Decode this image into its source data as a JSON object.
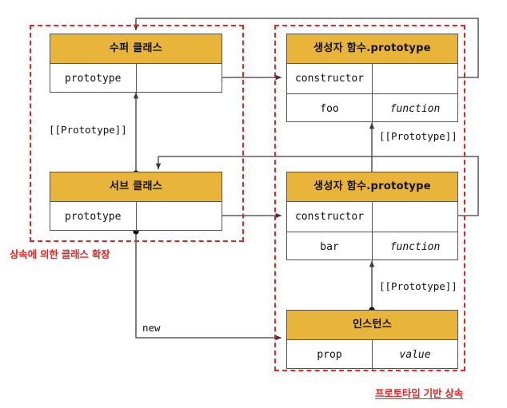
{
  "diagram": {
    "title": "prototype-chain-inheritance-diagram",
    "colors": {
      "header_fill": "#e8b43a",
      "box_stroke": "#555555",
      "annotation_red": "#ee2222",
      "wire": "#3a3a3a",
      "background": "#ffffff"
    },
    "boxes": [
      {
        "id": "super-class",
        "title": "수퍼 클래스",
        "rows": [
          {
            "left": "prototype",
            "right": "",
            "right_style": "dot"
          }
        ]
      },
      {
        "id": "super-prototype",
        "title": "생성자 함수.prototype",
        "rows": [
          {
            "left": "constructor",
            "right": "",
            "right_style": "dot"
          },
          {
            "left": "foo",
            "right": "function",
            "right_style": "italic"
          }
        ]
      },
      {
        "id": "sub-class",
        "title": "서브 클래스",
        "rows": [
          {
            "left": "prototype",
            "right": "",
            "right_style": "dot"
          }
        ]
      },
      {
        "id": "sub-prototype",
        "title": "생성자 함수.prototype",
        "rows": [
          {
            "left": "constructor",
            "right": "",
            "right_style": "dot"
          },
          {
            "left": "bar",
            "right": "function",
            "right_style": "italic"
          }
        ]
      },
      {
        "id": "instance",
        "title": "인스턴스",
        "rows": [
          {
            "left": "prop",
            "right": "value",
            "right_style": "italic"
          }
        ]
      }
    ],
    "edge_labels": [
      {
        "id": "proto-left",
        "text": "[[Prototype]]"
      },
      {
        "id": "proto-upper-right",
        "text": "[[Prototype]]"
      },
      {
        "id": "proto-lower-right",
        "text": "[[Prototype]]"
      },
      {
        "id": "new",
        "text": "new"
      }
    ],
    "captions": [
      {
        "id": "left-region",
        "text": "상속에 의한 클래스 확장",
        "underline": false
      },
      {
        "id": "right-region",
        "text": "프로토타입 기반 상속",
        "underline": true
      }
    ],
    "regions": [
      {
        "id": "class-extension-region"
      },
      {
        "id": "prototype-inheritance-region"
      }
    ]
  }
}
